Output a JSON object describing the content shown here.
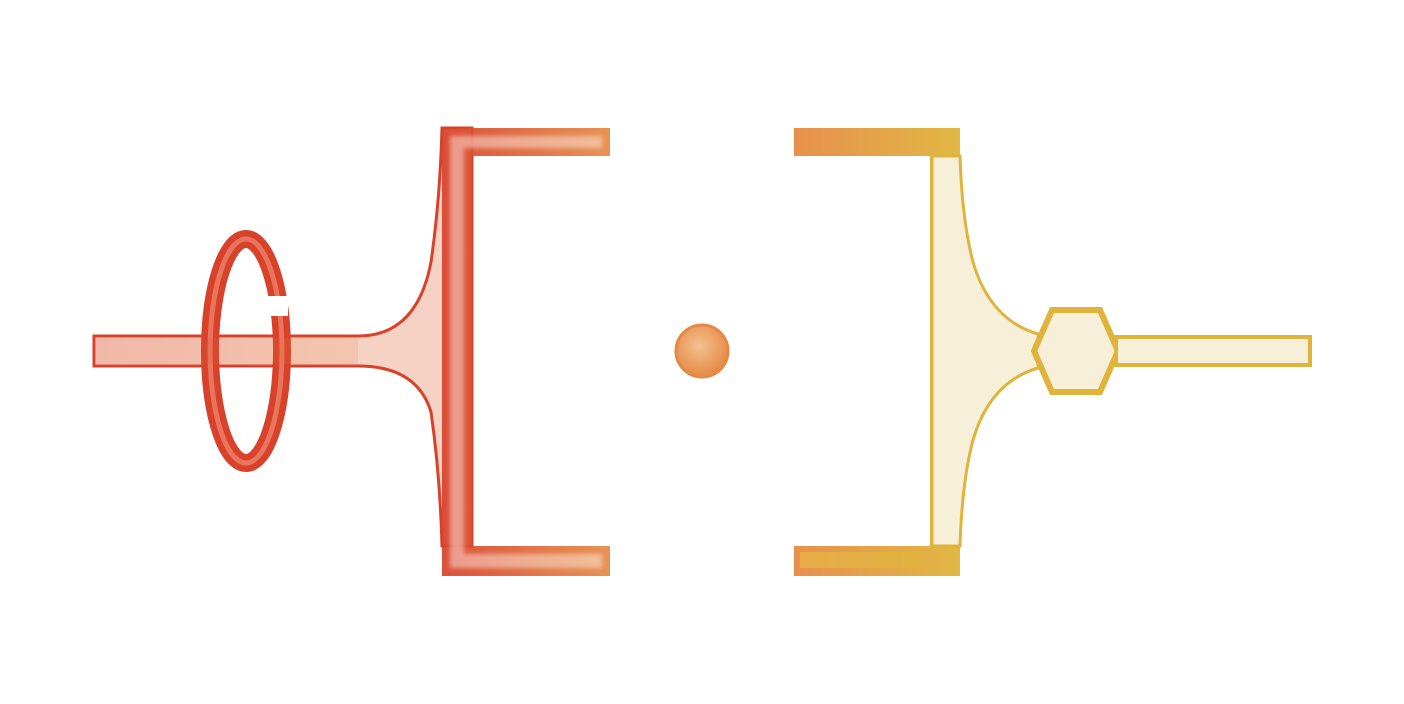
{
  "logo": {
    "colors": {
      "red": "#d8412a",
      "red_light": "#f7d6c8",
      "orange": "#e58a44",
      "orange_light": "#f4c08f",
      "gold": "#e0b43a",
      "gold_light": "#f8efd7",
      "highlight": "#fff7ef"
    },
    "elements": {
      "left": "loop-stem-bracket",
      "center": "dot",
      "right": "bracket-stem-hexagon"
    }
  }
}
